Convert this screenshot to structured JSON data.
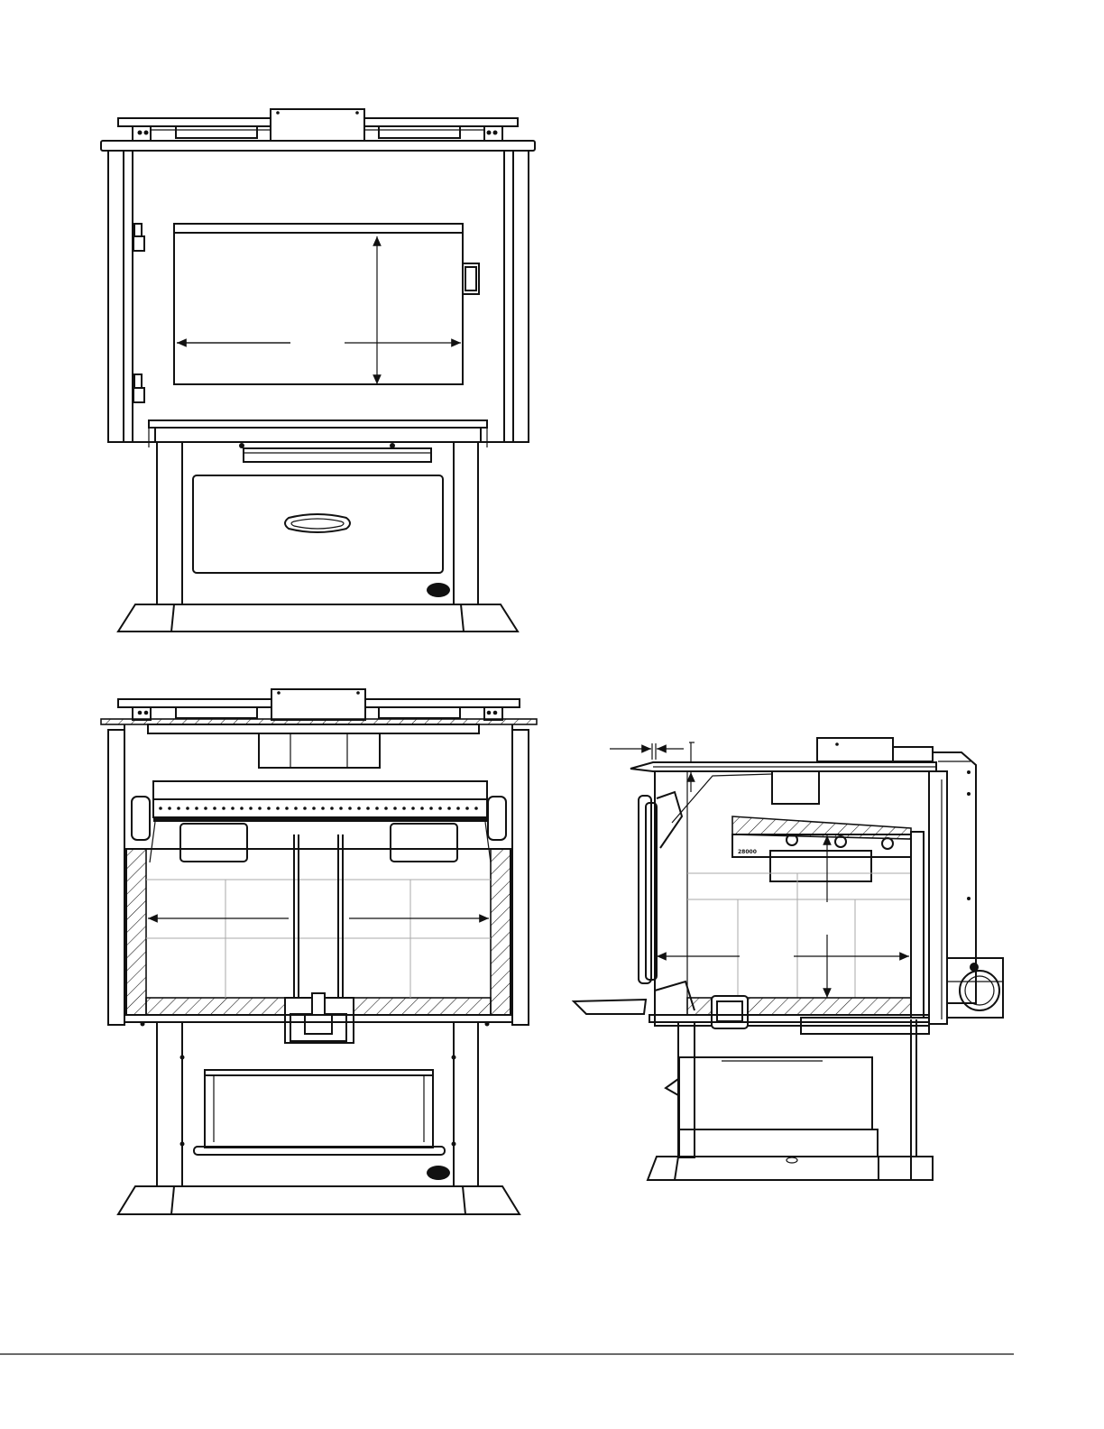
{
  "drawing": {
    "views": [
      {
        "id": "front-elevation"
      },
      {
        "id": "front-section"
      },
      {
        "id": "side-section"
      }
    ],
    "logo_text": "",
    "side_marking": "28000"
  }
}
